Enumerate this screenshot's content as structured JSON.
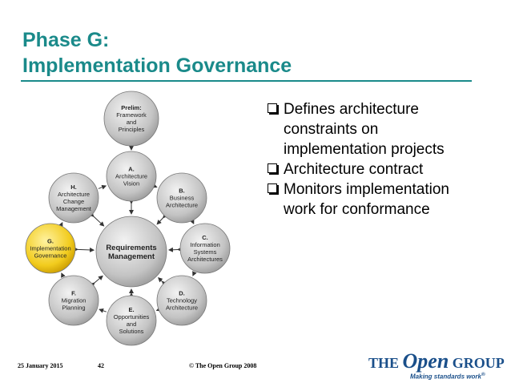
{
  "slide": {
    "title_line1": "Phase G:",
    "title_line2": "Implementation Governance",
    "accent_color": "#1a8a8a"
  },
  "diagram": {
    "center": {
      "line1": "Requirements",
      "line2": "Management"
    },
    "nodes": [
      {
        "id": "prelim",
        "lines": [
          "Prelim:",
          "Framework",
          "and",
          "Principles"
        ],
        "highlighted": false
      },
      {
        "id": "A",
        "lines": [
          "A.",
          "Architecture",
          "Vision"
        ],
        "highlighted": false
      },
      {
        "id": "B",
        "lines": [
          "B.",
          "Business",
          "Architecture"
        ],
        "highlighted": false
      },
      {
        "id": "C",
        "lines": [
          "C.",
          "Information",
          "Systems",
          "Architectures"
        ],
        "highlighted": false
      },
      {
        "id": "D",
        "lines": [
          "D.",
          "Technology",
          "Architecture"
        ],
        "highlighted": false
      },
      {
        "id": "E",
        "lines": [
          "E.",
          "Opportunities",
          "and",
          "Solutions"
        ],
        "highlighted": false
      },
      {
        "id": "F",
        "lines": [
          "F.",
          "Migration",
          "Planning"
        ],
        "highlighted": false
      },
      {
        "id": "G",
        "lines": [
          "G.",
          "Implementation",
          "Governance"
        ],
        "highlighted": true
      },
      {
        "id": "H",
        "lines": [
          "H.",
          "Architecture",
          "Change",
          "Management"
        ],
        "highlighted": false
      }
    ],
    "highlight_color": "#f2cc1e",
    "node_color": "#c9c9c9"
  },
  "bullets": [
    "Defines architecture constraints on implementation projects",
    "Architecture contract",
    "Monitors implementation work for conformance"
  ],
  "footer": {
    "date": "25 January 2015",
    "page": "42",
    "copyright": "© The Open Group 2008"
  },
  "logo": {
    "the": "THE",
    "open": "Open",
    "group": "GROUP",
    "tagline": "Making standards work",
    "reg": "®"
  }
}
